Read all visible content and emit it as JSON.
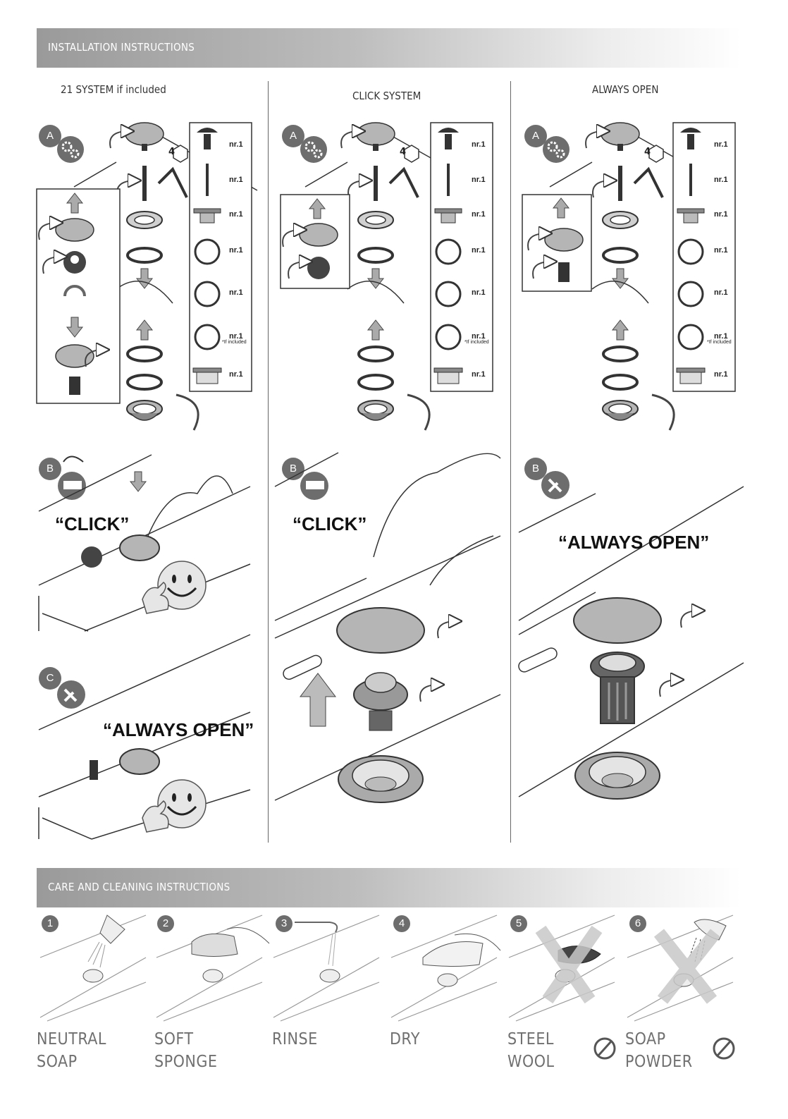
{
  "header": {
    "installation_title": "INSTALLATION INSTRUCTIONS",
    "care_title": "CARE AND CLEANING INSTRUCTIONS"
  },
  "columns": [
    {
      "title": "21 SYSTEM if included",
      "step_a": "A",
      "step_b": "B",
      "step_c": "C",
      "callout_b": "“CLICK”",
      "callout_c": "“ALWAYS OPEN”"
    },
    {
      "title": "CLICK SYSTEM",
      "step_a": "A",
      "step_b": "B",
      "callout_b": "“CLICK”"
    },
    {
      "title": "ALWAYS OPEN",
      "step_a": "A",
      "step_b": "B",
      "callout_b": "“ALWAYS OPEN”"
    }
  ],
  "hex_tool": "4",
  "parts": [
    {
      "qty": "nr.1",
      "note": ""
    },
    {
      "qty": "nr.1",
      "note": ""
    },
    {
      "qty": "nr.1",
      "note": ""
    },
    {
      "qty": "nr.1",
      "note": ""
    },
    {
      "qty": "nr.1",
      "note": ""
    },
    {
      "qty": "nr.1",
      "note": "*If included"
    },
    {
      "qty": "nr.1",
      "note": ""
    }
  ],
  "care_steps": [
    {
      "num": "1",
      "line1": "NEUTRAL",
      "line2": "SOAP",
      "forbidden": false
    },
    {
      "num": "2",
      "line1": "SOFT",
      "line2": "SPONGE",
      "forbidden": false
    },
    {
      "num": "3",
      "line1": "RINSE",
      "line2": "",
      "forbidden": false
    },
    {
      "num": "4",
      "line1": "DRY",
      "line2": "",
      "forbidden": false
    },
    {
      "num": "5",
      "line1": "STEEL",
      "line2": "WOOL",
      "forbidden": true
    },
    {
      "num": "6",
      "line1": "SOAP",
      "line2": "POWDER",
      "forbidden": true
    }
  ],
  "colors": {
    "banner_start": "#9a9a9a",
    "banner_end": "#ffffff",
    "icon_dark": "#6d6d6d",
    "text_gray": "#707070"
  }
}
